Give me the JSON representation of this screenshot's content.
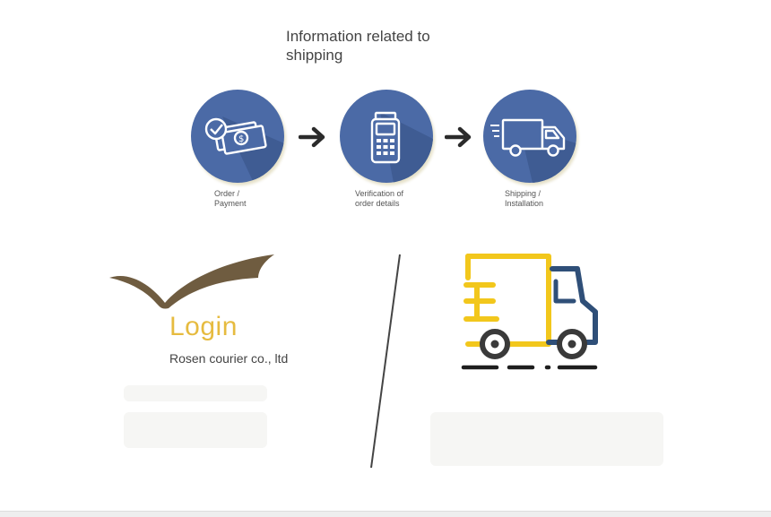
{
  "section": {
    "title": "Information related to shipping"
  },
  "steps": [
    {
      "label_line1": "Order /",
      "label_line2": "Payment",
      "icon": "money-check-icon"
    },
    {
      "label_line1": "Verification of",
      "label_line2": "order details",
      "icon": "card-terminal-icon"
    },
    {
      "label_line1": "Shipping /",
      "label_line2": "Installation",
      "icon": "delivery-truck-icon"
    }
  ],
  "brand": {
    "login_label": "Login",
    "company_name": "Rosen courier co., ltd",
    "logo_icon": "bird-wing-logo"
  },
  "illustration": {
    "icon": "fast-delivery-truck-icon"
  },
  "colors": {
    "step_circle": "#4b6aa6",
    "login_accent": "#e6bb3f",
    "logo_brown": "#6f5c40",
    "truck_yellow": "#f2c71c",
    "truck_navy": "#2f4f78"
  }
}
